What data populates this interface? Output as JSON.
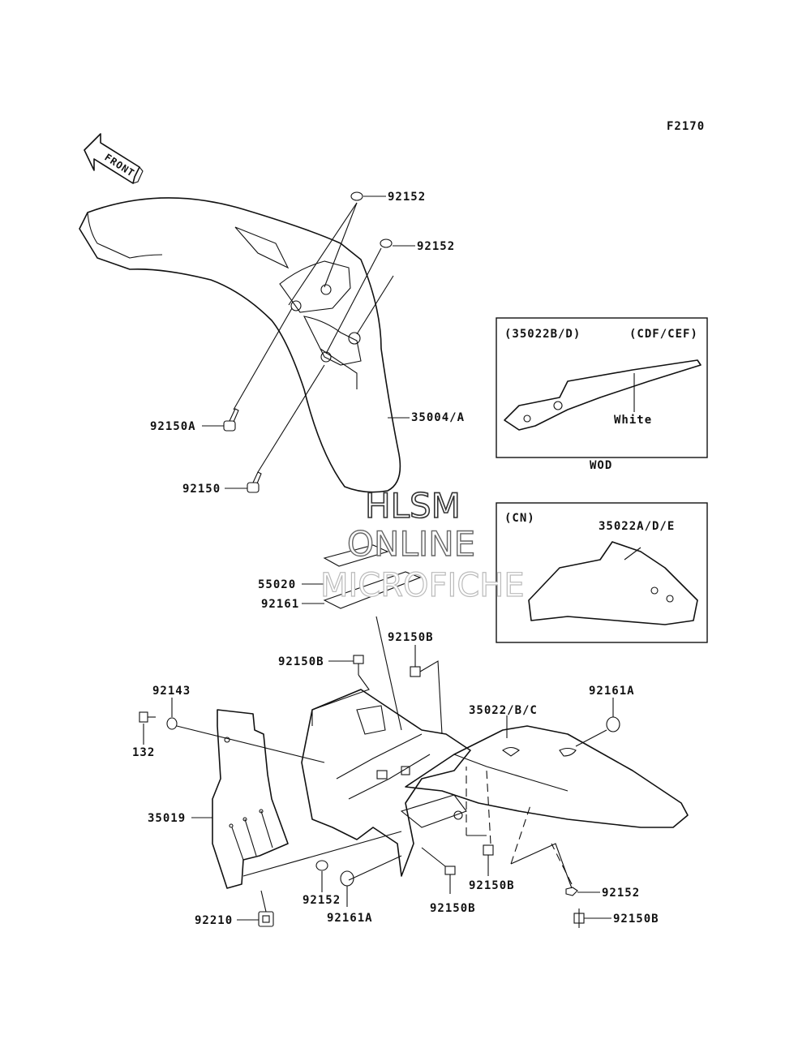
{
  "figure_code": "F2170",
  "front_arrow": {
    "text": "FRONT",
    "icon": "front-arrow-icon"
  },
  "watermark": {
    "line1": "HLSM",
    "line2": "ONLINE",
    "line3": "MICROFICHE"
  },
  "callouts": {
    "c92152_a": "92152",
    "c92152_b": "92152",
    "c35004": "35004/A",
    "c92150a": "92150A",
    "c92150": "92150",
    "c55020": "55020",
    "c92161": "92161",
    "c92150b_a": "92150B",
    "c92150b_b": "92150B",
    "c92143": "92143",
    "c132": "132",
    "c35019": "35019",
    "c35022bc": "35022/B/C",
    "c92161a_a": "92161A",
    "c92152_c": "92152",
    "c92161a_b": "92161A",
    "c92150b_c": "92150B",
    "c92150b_d": "92150B",
    "c92152_d": "92152",
    "c92150b_e": "92150B",
    "c92210": "92210"
  },
  "inset_wod": {
    "part": "(35022B/D)",
    "variant": "(CDF/CEF)",
    "color": "White",
    "caption": "WOD"
  },
  "inset_cn": {
    "variant": "(CN)",
    "part": "35022A/D/E"
  }
}
